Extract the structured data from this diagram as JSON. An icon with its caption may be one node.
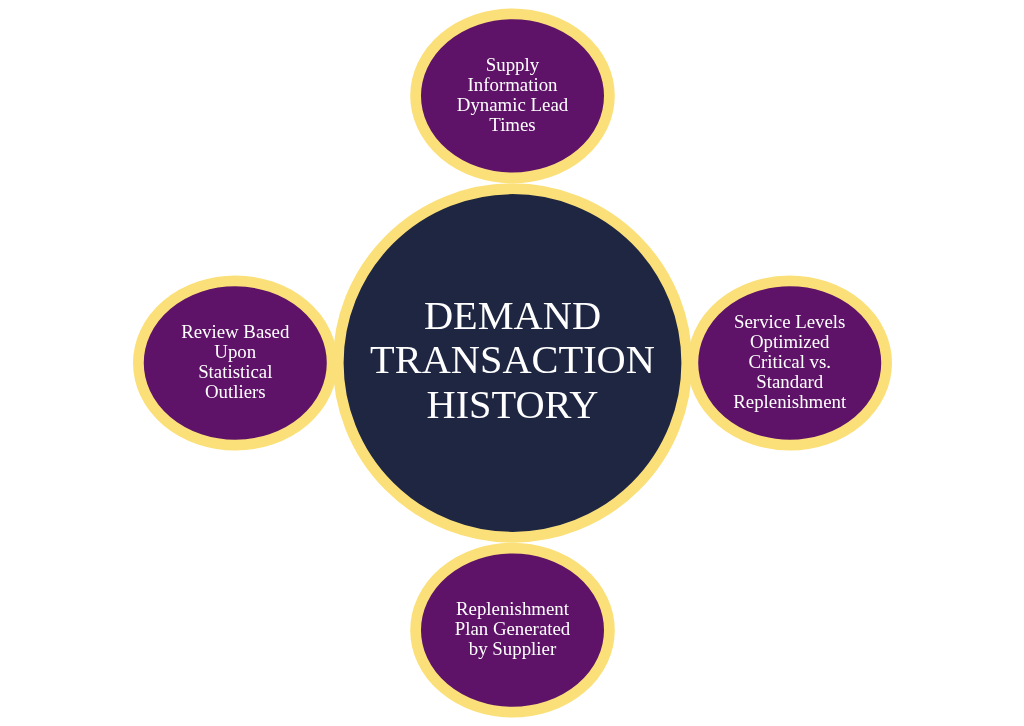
{
  "diagram": {
    "nodes": [
      {
        "text": [
          "Supply Information Dynamic Lead Times"
        ]
      },
      {
        "text": [
          "Review Based Upon Statistical Outliers"
        ]
      },
      {
        "text": [
          "DEMAND TRANSACTION HISTORY"
        ]
      },
      {
        "text": [
          "Service Levels Optimized Critical vs. Standard Replenishment"
        ]
      },
      {
        "text": [
          "Replenishment Plan Generated by Supplier"
        ]
      }
    ],
    "edges": []
  }
}
